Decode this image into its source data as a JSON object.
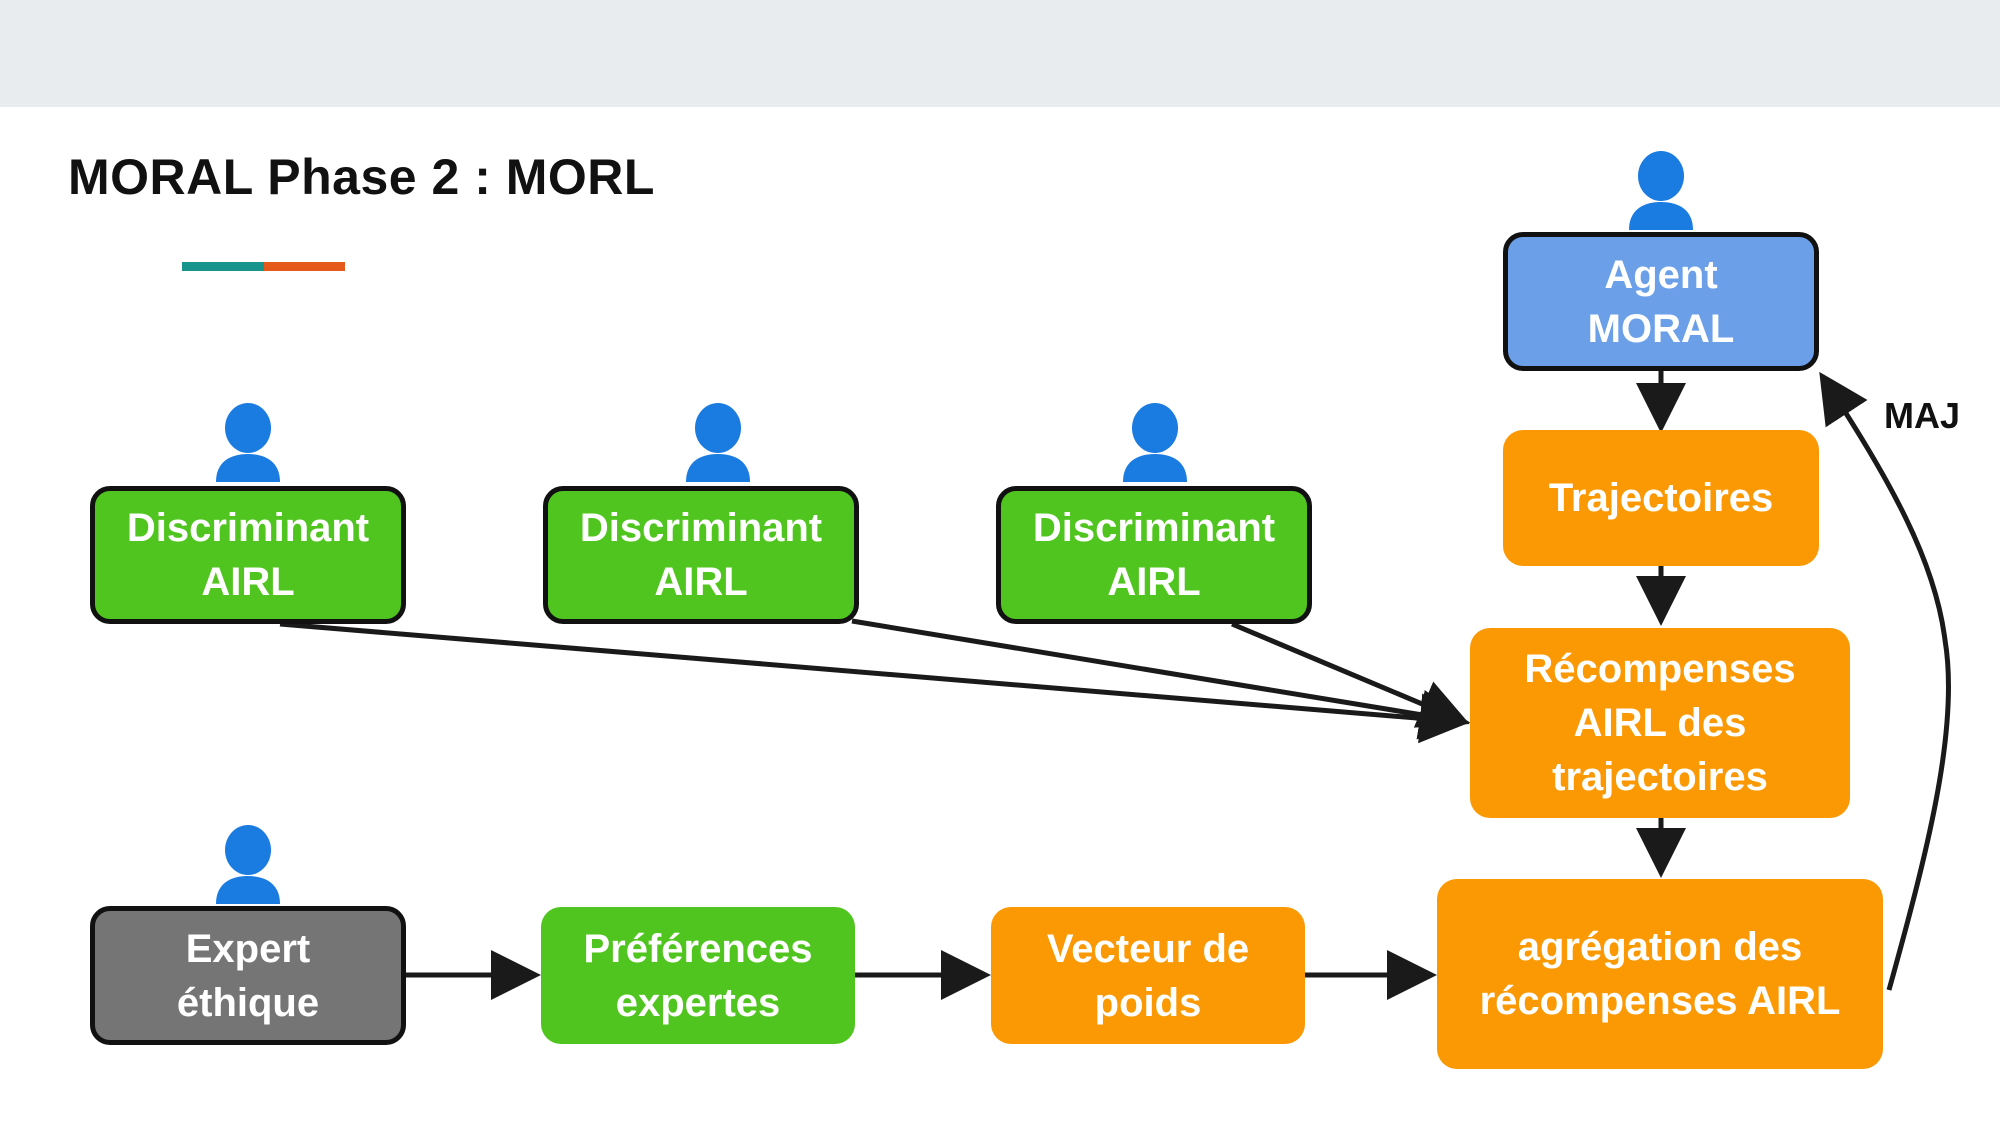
{
  "title": "MORAL Phase 2 : MORL",
  "colors": {
    "green": "#51c51f",
    "orange": "#fb9904",
    "blue": "#6b9fe8",
    "gray": "#757575",
    "accent_teal": "#17958c",
    "accent_orange": "#e55a1a",
    "person_icon": "#1a7be0"
  },
  "nodes": {
    "agent": "Agent\nMORAL",
    "trajectoires": "Trajectoires",
    "recompenses": "Récompenses\nAIRL des\ntrajectoires",
    "agregation": "agrégation des\nrécompenses AIRL",
    "discriminant_1": "Discriminant\nAIRL",
    "discriminant_2": "Discriminant\nAIRL",
    "discriminant_3": "Discriminant\nAIRL",
    "expert": "Expert\néthique",
    "preferences": "Préférences\nexpertes",
    "vecteur": "Vecteur de\npoids"
  },
  "edges": [
    {
      "from": "agent",
      "to": "trajectoires"
    },
    {
      "from": "trajectoires",
      "to": "recompenses"
    },
    {
      "from": "recompenses",
      "to": "agregation"
    },
    {
      "from": "discriminant_1",
      "to": "recompenses"
    },
    {
      "from": "discriminant_2",
      "to": "recompenses"
    },
    {
      "from": "discriminant_3",
      "to": "recompenses"
    },
    {
      "from": "expert",
      "to": "preferences"
    },
    {
      "from": "preferences",
      "to": "vecteur"
    },
    {
      "from": "vecteur",
      "to": "agregation"
    },
    {
      "from": "agregation",
      "to": "agent",
      "label": "MAJ"
    }
  ],
  "edge_label_maj": "MAJ",
  "icons": [
    "person-icon"
  ]
}
